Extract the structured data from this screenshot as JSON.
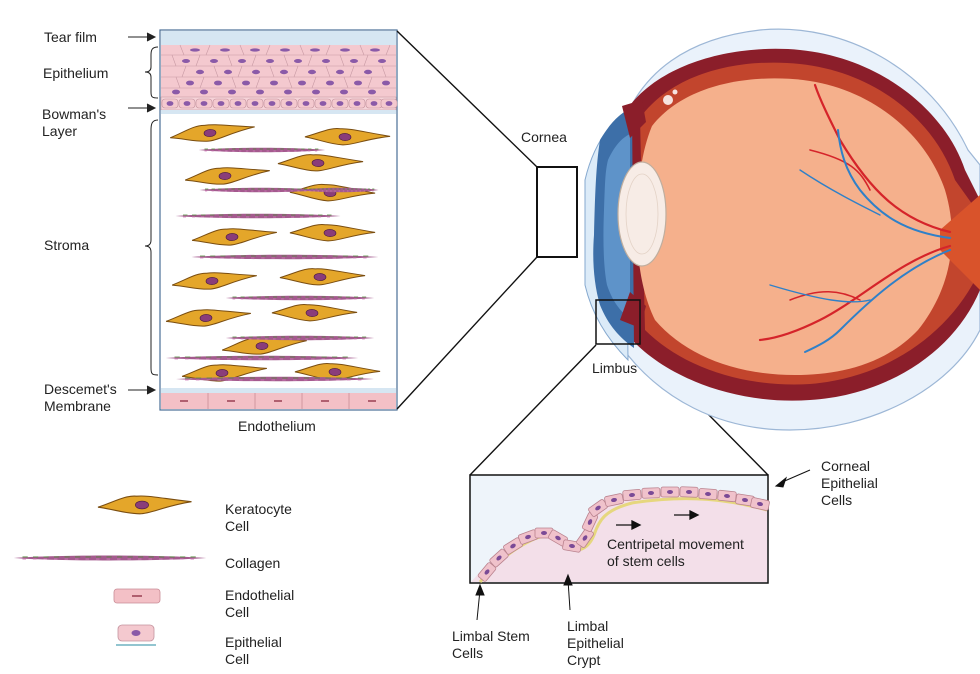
{
  "labels": {
    "tear_film": "Tear film",
    "epithelium": "Epithelium",
    "bowmans_layer": "Bowman's\nLayer",
    "stroma": "Stroma",
    "descemets_membrane": "Descemet's\nMembrane",
    "endothelium": "Endothelium",
    "cornea": "Cornea",
    "limbus": "Limbus",
    "corneal_epithelial_cells": "Corneal\nEpithelial\nCells",
    "centripetal_movement": "Centripetal movement\nof stem cells",
    "limbal_stem_cells": "Limbal Stem\nCells",
    "limbal_epithelial_crypt": "Limbal\nEpithelial\nCrypt"
  },
  "legend": [
    {
      "icon": "keratocyte-icon",
      "label": "Keratocyte\nCell"
    },
    {
      "icon": "collagen-icon",
      "label": "Collagen"
    },
    {
      "icon": "endothelial-cell-icon",
      "label": "Endothelial\nCell"
    },
    {
      "icon": "epithelial-cell-icon",
      "label": "Epithelial\nCell"
    }
  ],
  "colors": {
    "tear_film": "#d6e6f2",
    "epithelium": "#f4c9cf",
    "nucleus": "#8a5aa8",
    "keratocyte": "#e4a62a",
    "collagen": "#a45a8e",
    "sclera": "#eaf2fb",
    "choroid": "#8b1e2a",
    "retina": "#f5b08c",
    "iris": "#3d6fa8",
    "vessel_red": "#d5242a",
    "vessel_blue": "#2f80c8",
    "crypt_fill": "#f3dfe9"
  }
}
